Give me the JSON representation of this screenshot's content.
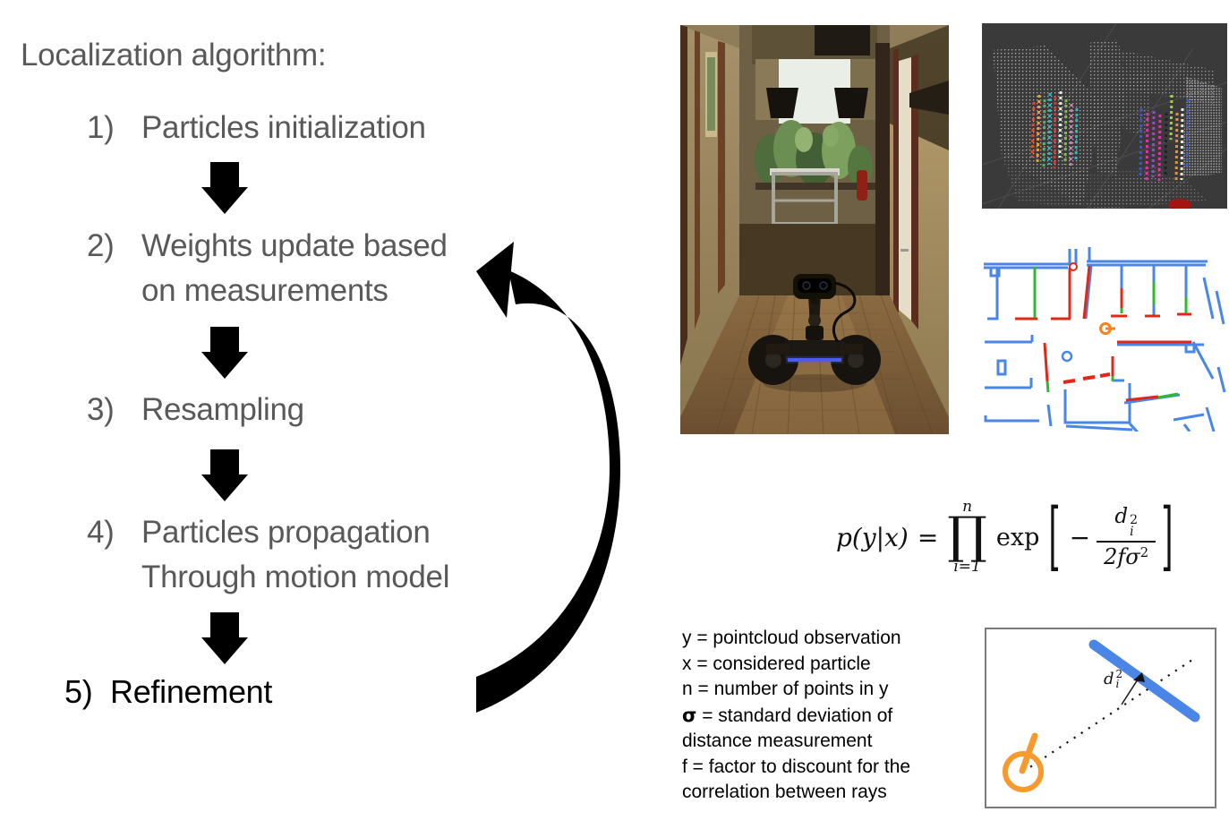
{
  "title": "Localization algorithm:",
  "steps": [
    {
      "num": "1)",
      "label": "Particles initialization"
    },
    {
      "num": "2)",
      "label": "Weights update based\non measurements"
    },
    {
      "num": "3)",
      "label": "Resampling"
    },
    {
      "num": "4)",
      "label": "Particles propagation\nThrough motion model"
    },
    {
      "num": "5)",
      "label": "Refinement"
    }
  ],
  "formula": {
    "lhs": "p(y|x)",
    "equals": "=",
    "product_upper": "n",
    "product_symbol": "∏",
    "product_lower": "i=1",
    "exp_label": "exp",
    "bracket_left": "[",
    "minus": "−",
    "num_d": "d",
    "num_sup": "2",
    "num_sub": "i",
    "den_base": "2fσ",
    "den_sup": "2",
    "bracket_right": "]"
  },
  "legend": {
    "lines": [
      "y = pointcloud observation",
      "x = considered particle",
      "n = number of points in y",
      "σ = standard deviation of",
      "distance measurement",
      "f = factor to discount for the",
      "correlation between rays"
    ]
  },
  "diagram_label": {
    "d": "d",
    "sup": "2",
    "sub": "i"
  },
  "colors": {
    "step_text": "#595959",
    "accent_black": "#000000",
    "wall_blue": "#4a86e8",
    "scan_red": "#e02818",
    "scan_green": "#30b830",
    "pose_orange": "#f5821f",
    "particle_orange": "#f79a2e",
    "pointcloud_bg": "#3a3a3a"
  }
}
